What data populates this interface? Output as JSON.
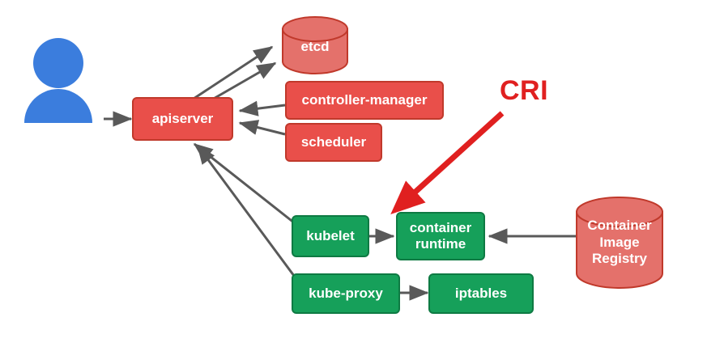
{
  "diagram": {
    "title": "Kubernetes CRI architecture diagram",
    "colors": {
      "red_fill": "#e94f4a",
      "red_stroke": "#c0392b",
      "green_fill": "#16a05a",
      "green_stroke": "#0e7a43",
      "cylinder_fill": "#e4716b",
      "cylinder_stroke": "#c0392b",
      "arrow_gray": "#595959",
      "cri_red": "#e02020",
      "user_blue": "#3b7ddd",
      "background": "#ffffff"
    },
    "nodes": [
      {
        "id": "user",
        "label": "",
        "kind": "user-icon"
      },
      {
        "id": "apiserver",
        "label": "apiserver",
        "kind": "box-red"
      },
      {
        "id": "etcd",
        "label": "etcd",
        "kind": "cylinder-red"
      },
      {
        "id": "controller-manager",
        "label": "controller-manager",
        "kind": "box-red"
      },
      {
        "id": "scheduler",
        "label": "scheduler",
        "kind": "box-red"
      },
      {
        "id": "kubelet",
        "label": "kubelet",
        "kind": "box-green"
      },
      {
        "id": "container-runtime",
        "label": "container\nruntime",
        "line1": "container",
        "line2": "runtime",
        "kind": "box-green"
      },
      {
        "id": "kube-proxy",
        "label": "kube-proxy",
        "kind": "box-green"
      },
      {
        "id": "iptables",
        "label": "iptables",
        "kind": "box-green"
      },
      {
        "id": "container-image-registry",
        "line1": "Container",
        "line2": "Image",
        "line3": "Registry",
        "kind": "cylinder-red"
      }
    ],
    "annotations": [
      {
        "id": "cri",
        "label": "CRI",
        "color": "#e02020"
      }
    ]
  }
}
